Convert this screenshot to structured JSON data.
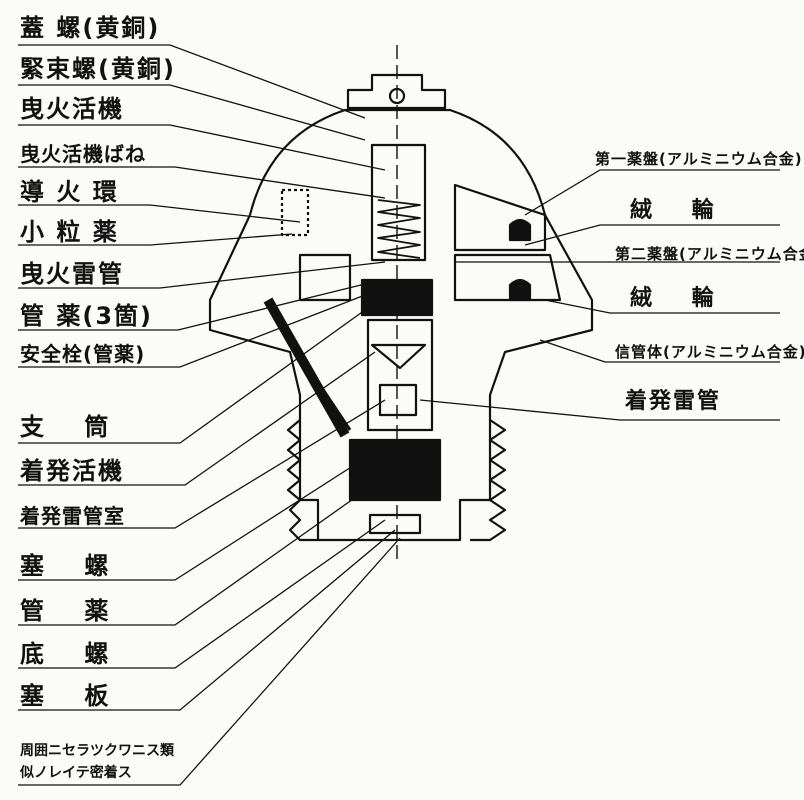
{
  "labels_left": [
    "蓋 螺(黄銅)",
    "緊束螺(黄銅)",
    "曳火活機",
    "曳火活機ばね",
    "導 火 環",
    "小 粒 薬",
    "曳火雷管",
    "管 薬(3箇)",
    "安全栓(管薬)",
    "支   筒",
    "着発活機",
    "着発雷管室",
    "塞   螺",
    "管   薬",
    "底   螺",
    "塞   板"
  ],
  "labels_right": [
    "第一薬盤(アルミニウム合金)",
    "絨   輪",
    "第二薬盤(アルミニウム合金)",
    "絨   輪",
    "信管体(アルミニウム合金)",
    "着発雷管"
  ],
  "note": [
    "周囲ニセラツクワニス類",
    "似ノレイテ密着ス"
  ]
}
